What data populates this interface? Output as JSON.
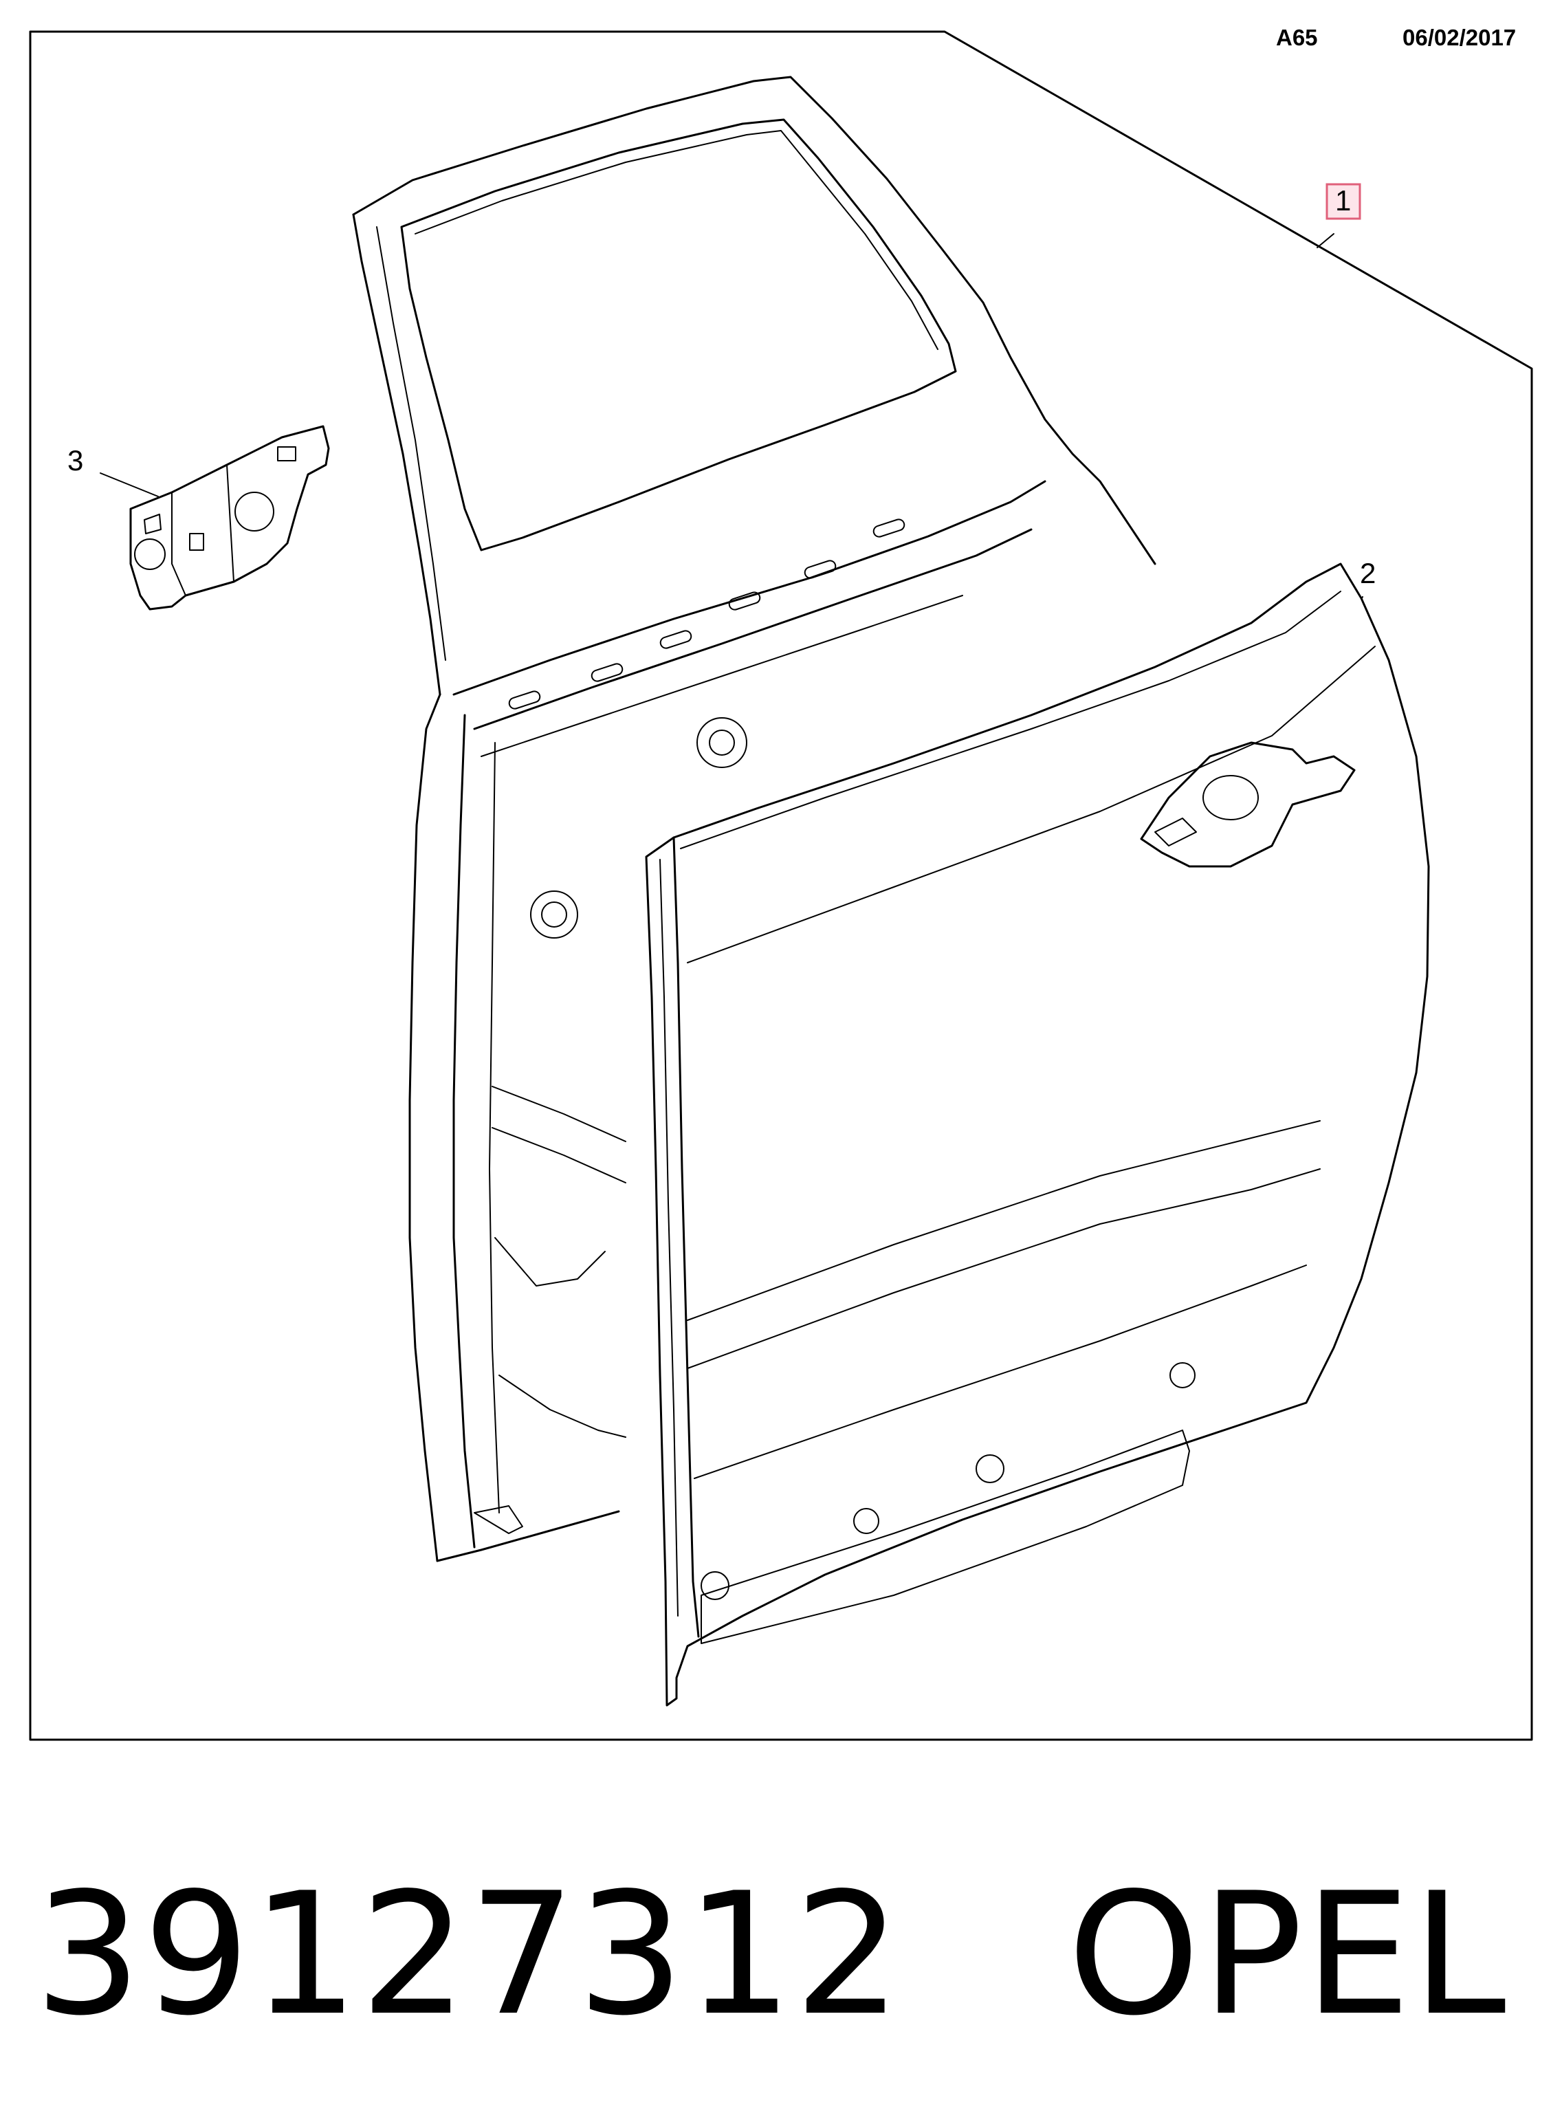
{
  "header": {
    "code": "A65",
    "date": "06/02/2017"
  },
  "callouts": {
    "part1": "1",
    "part2": "2",
    "part3": "3"
  },
  "footer": {
    "part_number": "39127312",
    "brand": "OPEL"
  },
  "colors": {
    "callout_box_fill": "#fde5ea",
    "callout_box_stroke": "#e0607a"
  }
}
